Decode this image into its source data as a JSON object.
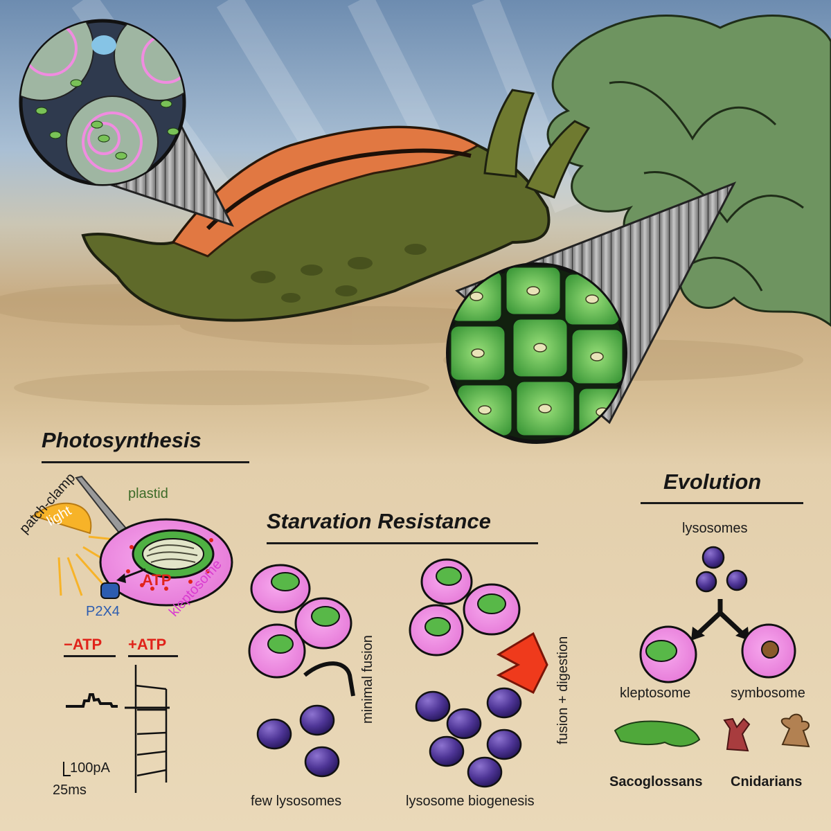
{
  "sections": {
    "photosynthesis": {
      "title": "Photosynthesis",
      "labels": {
        "patch_clamp": "patch-clamp",
        "light": "light",
        "plastid": "plastid",
        "atp": "ATP",
        "kleptosome": "kleptosome",
        "p2x4": "P2X4",
        "minus_atp": "−ATP",
        "plus_atp": "+ATP",
        "scale_current": "100pA",
        "scale_time": "25ms"
      }
    },
    "starvation": {
      "title": "Starvation Resistance",
      "labels": {
        "minimal_fusion": "minimal fusion",
        "fusion_digestion": "fusion + digestion",
        "few_lysosomes": "few lysosomes",
        "lysosome_biogenesis": "lysosome biogenesis"
      }
    },
    "evolution": {
      "title": "Evolution",
      "labels": {
        "lysosomes": "lysosomes",
        "kleptosome": "kleptosome",
        "symbosome": "symbosome",
        "sacoglossans": "Sacoglossans",
        "cnidarians": "Cnidarians"
      }
    }
  },
  "colors": {
    "water": "#7a98b8",
    "sand": "#e8d6b4",
    "slug_body": "#5f6a2a",
    "slug_frill": "#f07a45",
    "kleptosome_pink": "#f08ce0",
    "chloroplast_green": "#58b848",
    "lysosome_purple": "#5a3d9c",
    "atp_red": "#e0231a",
    "p2x4_blue": "#2c5cb0"
  }
}
